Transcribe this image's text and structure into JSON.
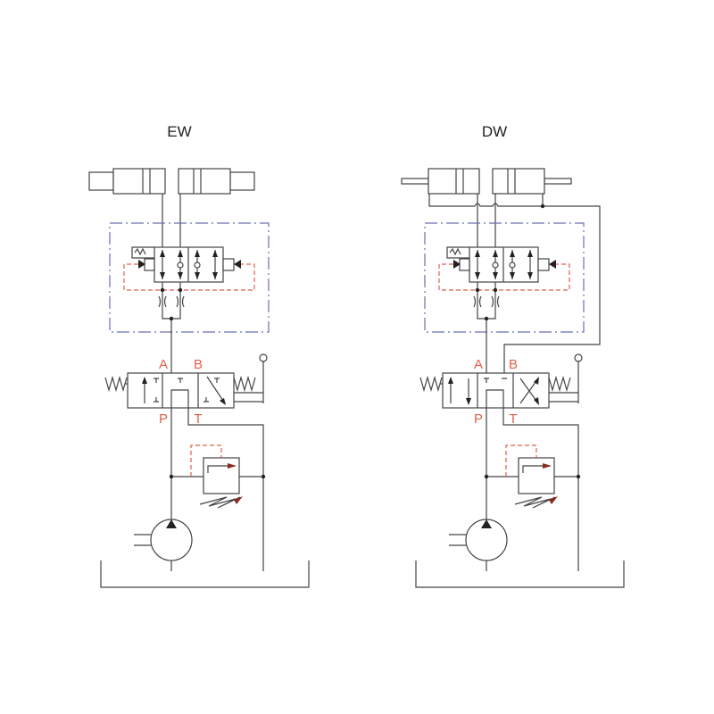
{
  "diagrams": [
    {
      "title": "EW",
      "ports": {
        "a": "A",
        "b": "B",
        "p": "P",
        "t": "T"
      }
    },
    {
      "title": "DW",
      "ports": {
        "a": "A",
        "b": "B",
        "p": "P",
        "t": "T"
      }
    }
  ],
  "colors": {
    "lines": "#444444",
    "pilot": "#e0604a",
    "boundary": "#6a6fb0"
  }
}
